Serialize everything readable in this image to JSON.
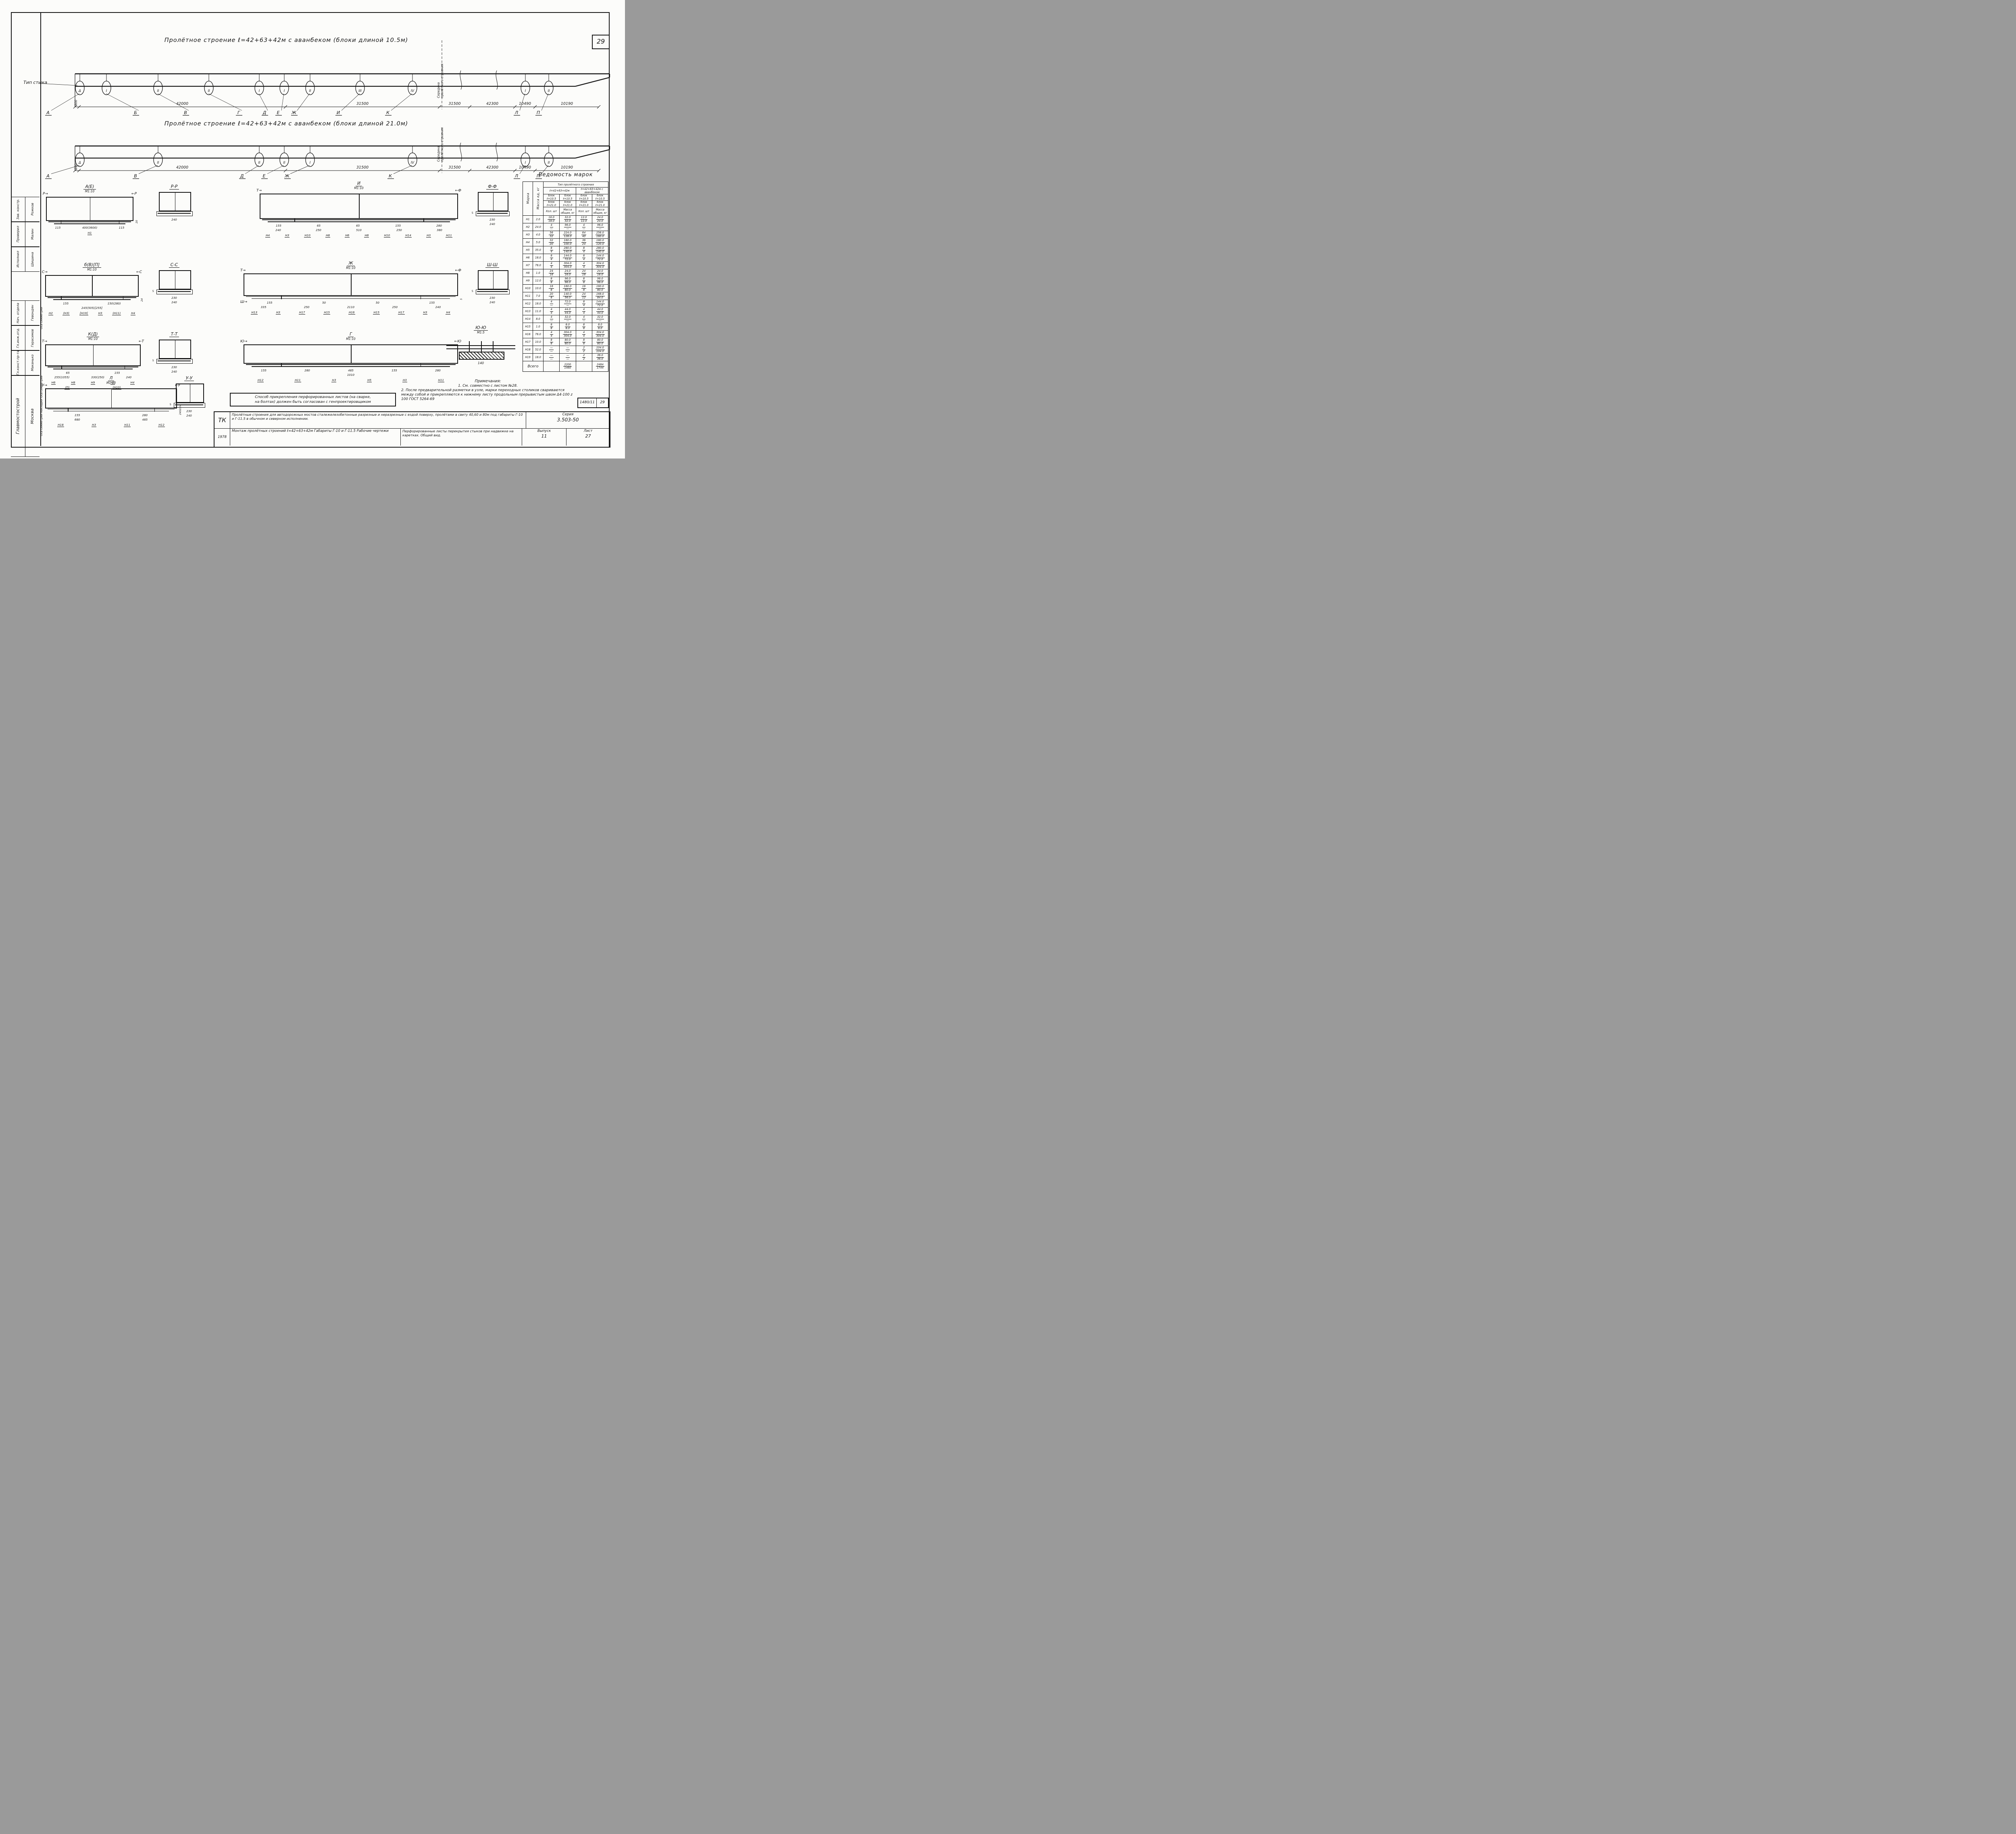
{
  "page": {
    "sheet_number": "29",
    "frame_doc_number": "1480/11",
    "frame_doc_sheet": "29"
  },
  "elevations": [
    {
      "title": "Пролётное строение ℓ=42+63+42м с аванбеком (блоки длиной 10.5м)",
      "joint_type_label": "Тип стыка",
      "mid_label": "Середина пролётного строения",
      "letters": [
        "А",
        "Б",
        "В",
        "Г",
        "Д",
        "Е",
        "Ж",
        "И",
        "К",
        "Л",
        "П"
      ],
      "joint_marks": [
        "Δ",
        "I",
        "II",
        "II",
        "I",
        "I",
        "II",
        "III",
        "IV",
        "I",
        "II"
      ],
      "dims": [
        "300",
        "42000",
        "31500",
        "31500",
        "42300",
        "10490",
        "10190"
      ]
    },
    {
      "title": "Пролётное строение ℓ=42+63+42м с аванбеком (блоки длиной 21.0м)",
      "mid_label": "Середина пролётного строения",
      "letters": [
        "А",
        "В",
        "Д",
        "Е",
        "Ж",
        "К",
        "Л",
        "П"
      ],
      "joint_marks": [
        "Δ",
        "II",
        "II",
        "II",
        "I",
        "IV",
        "I",
        "II"
      ],
      "dims": [
        "300",
        "42000",
        "31500",
        "31500",
        "42300",
        "10490",
        "10190"
      ]
    }
  ],
  "sections": [
    {
      "id": "ae",
      "title": "А(Е)",
      "scale": "М1:10",
      "markers": [
        "Р",
        "Р"
      ],
      "dims1": [
        "115",
        "400(3600)",
        "115"
      ],
      "dims2": [],
      "labels": [
        "Н1"
      ],
      "side_dim": "20"
    },
    {
      "id": "pp",
      "title": "Р-Р",
      "scale": "",
      "markers": [],
      "dims1": [
        "240"
      ],
      "dims2": [],
      "labels": []
    },
    {
      "id": "i",
      "title": "И",
      "scale": "М1:10",
      "markers": [
        "Т",
        "Ф"
      ],
      "dims1": [
        "155",
        "65",
        "65",
        "155",
        "280"
      ],
      "dims2": [
        "240",
        "250",
        "510",
        "250",
        "380"
      ],
      "labels": [
        "Н4",
        "Н3",
        "Н10",
        "Н8",
        "Н6",
        "Н8",
        "Н10",
        "Н14",
        "Н3",
        "Н11"
      ]
    },
    {
      "id": "ff",
      "title": "Ф-Ф",
      "scale": "",
      "markers": [],
      "dims1": [
        "230"
      ],
      "dims2": [
        "240"
      ],
      "labels": [],
      "side_dim": "5"
    },
    {
      "id": "bvp",
      "title": "б(В)[П]",
      "scale": "М1:10",
      "markers": [
        "С",
        "С"
      ],
      "side_label": "Ось симметрии",
      "dims1": [
        "155",
        "150(280)"
      ],
      "dims2": [
        "245(505)[255]"
      ],
      "labels": [
        "Н2",
        "(Н3)",
        "[Н19]",
        "Н3",
        "(Н11)",
        "Н4"
      ],
      "side_dim": "24"
    },
    {
      "id": "ss",
      "title": "С-С",
      "scale": "",
      "markers": [],
      "dims1": [
        "230"
      ],
      "dims2": [
        "240"
      ],
      "labels": [],
      "side_dim": "5"
    },
    {
      "id": "zh",
      "title": "Ж",
      "scale": "М1:10",
      "markers": [
        "Т",
        "Ф",
        "Ш"
      ],
      "dims1": [
        "155",
        "50",
        "50",
        "155"
      ],
      "dims2": [
        "335",
        "250",
        "2110",
        "250",
        "240"
      ],
      "labels": [
        "Н13",
        "Н3",
        "Н17",
        "Н15",
        "Н16",
        "Н15",
        "Н17",
        "Н3",
        "Н4"
      ],
      "side_dim": "5"
    },
    {
      "id": "shsh",
      "title": "Ш-Ш",
      "scale": "",
      "markers": [],
      "dims1": [
        "230"
      ],
      "dims2": [
        "240"
      ],
      "labels": [],
      "side_dim": "5"
    },
    {
      "id": "kd",
      "title": "К(Д)",
      "scale": "М1:10",
      "markers": [
        "Т",
        "Т"
      ],
      "side_label": "Ось симметрии",
      "dims1": [
        "65",
        "155"
      ],
      "dims2": [
        "255(1055)",
        "330(250)",
        "240"
      ],
      "labels": [
        "Н6",
        "Н8",
        "Н9",
        "Н3",
        "Н4"
      ],
      "labels2": [
        "(П)",
        "(Н10)"
      ]
    },
    {
      "id": "tt",
      "title": "Т-Т",
      "scale": "",
      "markers": [],
      "dims1": [
        "230"
      ],
      "dims2": [
        "240"
      ],
      "labels": [],
      "side_dim": "5"
    },
    {
      "id": "g",
      "title": "Г",
      "scale": "М1:10",
      "markers": [
        "Ю",
        "Ю"
      ],
      "dims1": [
        "155",
        "280",
        "485",
        "155",
        "280"
      ],
      "dims2": [
        "1010"
      ],
      "labels": [
        "Н12",
        "Н11",
        "Н3",
        "Н5",
        "Н3",
        "Н11"
      ]
    },
    {
      "id": "yuyu",
      "title": "Ю-Ю",
      "scale": "М1:5",
      "markers": [],
      "dims1": [
        "140"
      ],
      "dims2": [],
      "labels": []
    },
    {
      "id": "l",
      "title": "Л",
      "scale": "М1:10",
      "markers": [
        "У",
        "У"
      ],
      "side_label": "Ось симметрии накладки",
      "dims1": [
        "155",
        "280"
      ],
      "dims2": [
        "680",
        "485"
      ],
      "labels": [
        "Н18",
        "Н3",
        "Н11",
        "Н12"
      ],
      "side_dim": "24(6)24"
    },
    {
      "id": "uu",
      "title": "У-У",
      "scale": "",
      "markers": [],
      "dims1": [
        "230"
      ],
      "dims2": [
        "240"
      ],
      "labels": [],
      "side_dim": "5"
    }
  ],
  "marks_table": {
    "title": "Ведомость марок",
    "col_mark": "Марка",
    "col_mass": "Масса ед, кг",
    "col_type": "Тип пролётного строения",
    "type1": "ℓ=42+63+42м",
    "type2": "ℓ=42+63+42м с аванбеком",
    "block_top": "блок ℓ=10.5",
    "block_bot": "блок ℓ=21.0",
    "col_qty": "Кол. шт",
    "col_total": "Масса общая, кг",
    "rows": [
      [
        "Н1",
        "2.0",
        "16.0|18.0",
        "32.0|32.0",
        "12.0|12.0",
        "24.0|24.0"
      ],
      [
        "Н2",
        "24.0",
        "4|—",
        "96.0|—",
        "4|—",
        "96.0|—"
      ],
      [
        "Н3",
        "4.0",
        "56|32",
        "224.0|128.0",
        "64|40",
        "256.0|160.0"
      ],
      [
        "Н4",
        "5.0",
        "32|20",
        "160.0|100.0",
        "36|24",
        "180.0|120.0"
      ],
      [
        "Н5",
        "35.0",
        "8|4",
        "280.0|140.0",
        "8|4",
        "280.0|140.0"
      ],
      [
        "Н6",
        "18.0",
        "8|4",
        "144.0|72.0",
        "8|4",
        "144.0|72.0"
      ],
      [
        "Н7",
        "76.0",
        "4|4",
        "304.0|304.0",
        "4|4",
        "304.0|304.0"
      ],
      [
        "Н8",
        "1.0",
        "24|16",
        "24.0|16.0",
        "24|16",
        "24.0|16.0"
      ],
      [
        "Н9",
        "12.0",
        "8|8",
        "96.0|96.0",
        "8|8",
        "96.0|96.0"
      ],
      [
        "Н10",
        "10.0",
        "16|8",
        "160.0|80.0",
        "16|8",
        "160.0|80.0"
      ],
      [
        "Н11",
        "7.0",
        "20|8",
        "140.0|56.0",
        "24|12",
        "168.0|84.0"
      ],
      [
        "Н12",
        "18.0",
        "4|—",
        "72.0|—",
        "8|4",
        "144.0|72.0"
      ],
      [
        "Н13",
        "11.0",
        "4|4",
        "44.0|44.0",
        "4|4",
        "44.0|44.0"
      ],
      [
        "Н14",
        "8.0",
        "4|—",
        "32.0|—",
        "4|—",
        "32.0|—"
      ],
      [
        "Н15",
        "1.0",
        "8|8",
        "8.0|8.0",
        "8|8",
        "8.0|8.0"
      ],
      [
        "Н16",
        "76.0",
        "4|4",
        "304.0|304.0",
        "4|4",
        "304.0|304.0"
      ],
      [
        "Н17",
        "10.0",
        "8|8",
        "80.0|80.0",
        "8|8",
        "80.0|80.0"
      ],
      [
        "Н18",
        "52.0",
        "—|—",
        "—|—",
        "2|2",
        "104.0|104.0"
      ],
      [
        "Н19",
        "18.0",
        "—|—",
        "—|—",
        "2|2",
        "36.0|36.0"
      ]
    ],
    "total_label": "Всего",
    "total_mass1": "2200|1460",
    "total_mass2": "2484|1744"
  },
  "notes": {
    "title": "Примечания:",
    "items": [
      "1. См. совместно с листом №28.",
      "2. После предварительной разметки в узле, марки переходных столиков свариваются между собой и прикрепляются к нижнему листу продольным прерывистым швом Δ4-100 z 100 ГОСТ 5264-69"
    ]
  },
  "note_box": {
    "line1": "Способ прикрепления перфорированных листов (на сварке,",
    "line2": "на болтах) должен быть согласован с генпроектировщиком"
  },
  "title_block": {
    "tk": "ТК",
    "year": "1978",
    "desc1": "Пролётные строения для автодорожных мостов сталежелезобетонные разрезные и неразрезные с ездой поверху, пролётами в свету 40,60 и 80м под габариты Г-10 и Г-11.5 в обычном и северном исполнении.",
    "desc2": "Монтаж пролётных строений ℓ=42+63+42м Габариты Г-10 и Г-11.5  Рабочие чертежи",
    "desc3": "Перфорированные листы перекрытия стыков при надвижке на каретках. Общий вид.",
    "series_label": "Серия",
    "series": "3.503-50",
    "issue_label": "Выпуск",
    "issue": "11",
    "sheet_label": "Лист",
    "sheet": "27"
  },
  "stamp": {
    "rows": [
      {
        "label": "Зав. констр.",
        "name": "Рожков"
      },
      {
        "label": "Проверил",
        "name": "Малин"
      },
      {
        "label": "Исполнил",
        "name": "Шишина"
      },
      {
        "label": "Нач. отдела",
        "name": "Гевондян"
      },
      {
        "label": "Гл.инж.отд.",
        "name": "Герасимов"
      },
      {
        "label": "Гл.конст.пр-та",
        "name": "Маканько"
      }
    ],
    "org": "Главмостострой",
    "city": "Москва"
  }
}
